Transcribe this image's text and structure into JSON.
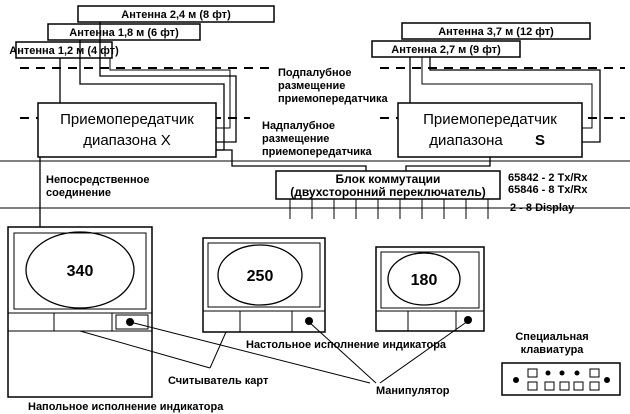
{
  "antennas_left": [
    {
      "label": "Антенна 2,4 м (8 фт)"
    },
    {
      "label": "Антенна 1,8 м (6 фт)"
    },
    {
      "label": "Антенна 1,2 м (4 фт)"
    }
  ],
  "antennas_right": [
    {
      "label": "Антенна 3,7 м (12 фт)"
    },
    {
      "label": "Антенна 2,7 м (9 фт)"
    }
  ],
  "below_deck": [
    "Подпалубное",
    "размещение",
    "приемопередатчика"
  ],
  "above_deck": [
    "Надпалубное",
    "размещение",
    "приемопередатчика"
  ],
  "transceiver_x": {
    "line1": "Приемопередатчик",
    "line2": "диапазона X"
  },
  "transceiver_s": {
    "line1": "Приемопередатчик",
    "line2": "диапазона",
    "band": "S"
  },
  "direct_link": [
    "Непосредственное",
    "соединение"
  ],
  "switch_box": {
    "line1": "Блок коммутации",
    "line2": "(двухсторонний переключатель)"
  },
  "switch_models": [
    "65842 - 2 Tx/Rx",
    "65846 - 8 Tx/Rx"
  ],
  "display_count": "2 - 8 Display",
  "displays": [
    {
      "value": "340"
    },
    {
      "value": "250"
    },
    {
      "value": "180"
    }
  ],
  "labels": {
    "desktop": "Настольное исполнение индикатора",
    "card_reader": "Считыватель карт",
    "manipulator": "Манипулятор",
    "floor": "Напольное исполнение индикатора",
    "keyboard": [
      "Специальная",
      "клавиатура"
    ]
  }
}
